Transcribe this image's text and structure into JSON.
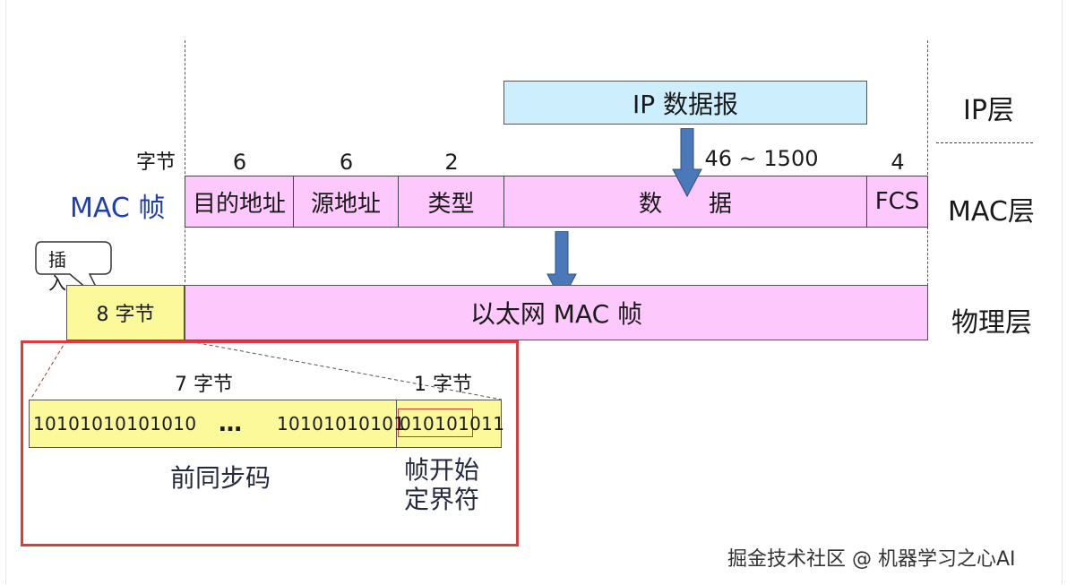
{
  "diagram": {
    "ip_datagram": "IP 数据报",
    "ip_layer": "IP层",
    "mac_layer": "MAC层",
    "physical_layer": "物理层",
    "mac_frame_label": "MAC 帧",
    "bytes_label": "字节",
    "mac_fields": [
      {
        "name": "目的地址",
        "size": "6"
      },
      {
        "name": "源地址",
        "size": "6"
      },
      {
        "name": "类型",
        "size": "2"
      },
      {
        "name": "数　　据",
        "size": "46 ~ 1500"
      },
      {
        "name": "FCS",
        "size": "4"
      }
    ],
    "insert_callout": "插入",
    "preamble_box": "8 字节",
    "ethernet_frame": "以太网 MAC 帧",
    "detail": {
      "seven_bytes": "7 字节",
      "one_byte": "1 字节",
      "bits_left": "10101010101010",
      "ellipsis": "…",
      "bits_right": "10101010101",
      "sfd_bits": "010101011",
      "preamble_label": "前同步码",
      "sfd_label_line1": "帧开始",
      "sfd_label_line2": "定界符"
    },
    "watermark": "掘金技术社区 @ 机器学习之心AI",
    "colors": {
      "ip_fill": "#cdeefc",
      "mac_fill": "#fdc8fb",
      "preamble_fill": "#fbf99a",
      "arrow": "#4a78b8",
      "highlight_border": "#e23a3a",
      "mac_frame_text": "#1f3fae"
    }
  }
}
